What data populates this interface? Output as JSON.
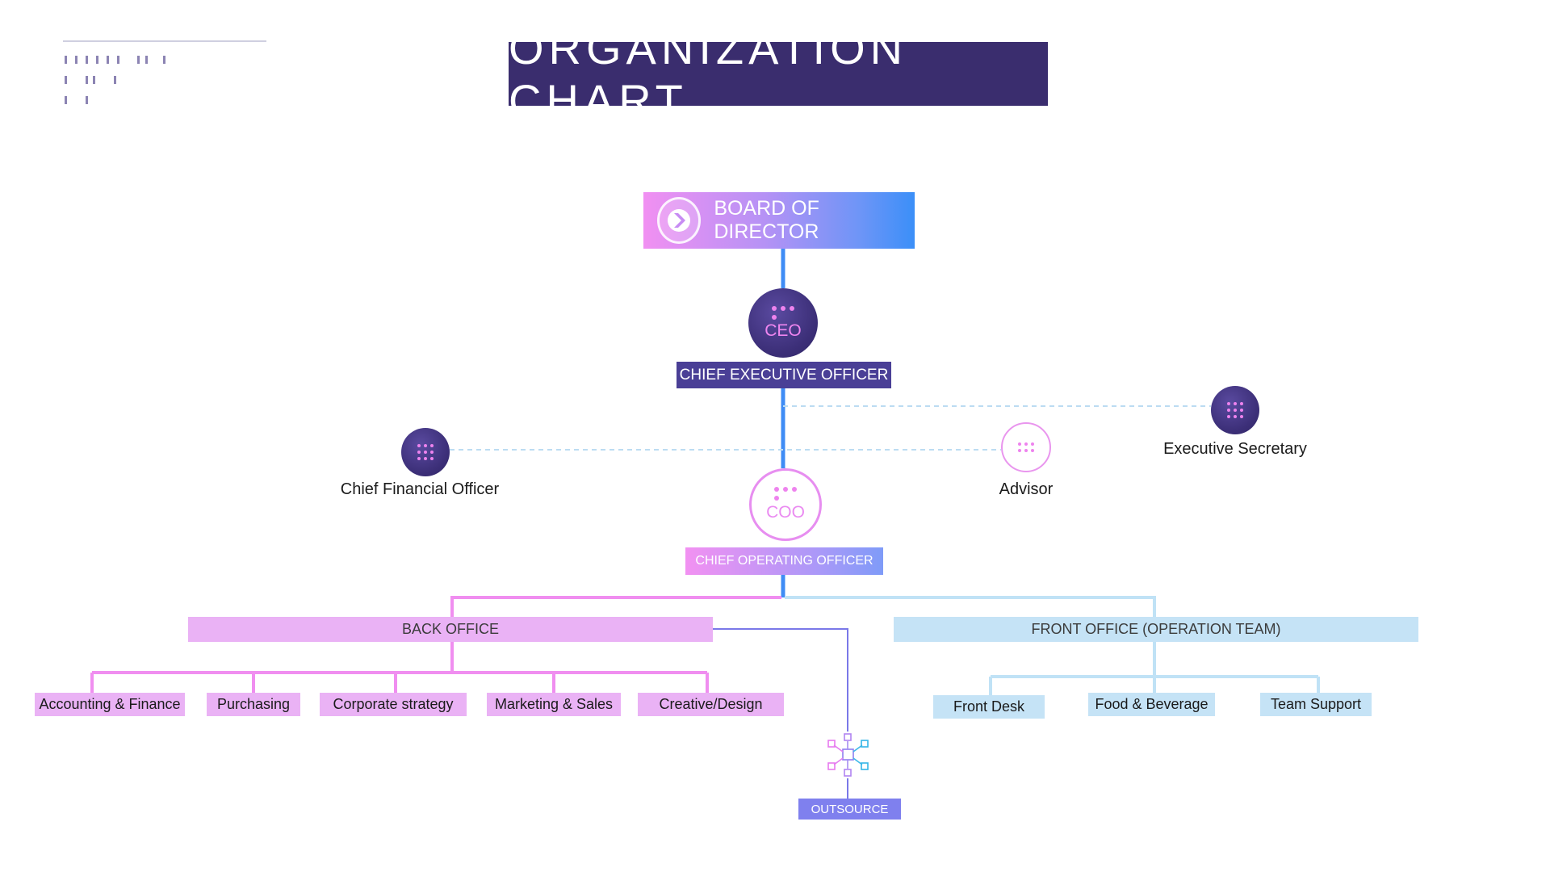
{
  "title": "ORGANIZATION CHART",
  "board": {
    "label": "BOARD OF DIRECTOR"
  },
  "ceo": {
    "code": "CEO",
    "label": "CHIEF EXECUTIVE OFFICER"
  },
  "coo": {
    "code": "COO",
    "label": "CHIEF OPERATING OFFICER"
  },
  "advisors": {
    "cfo": "Chief Financial Officer",
    "advisor": "Advisor",
    "secretary": "Executive Secretary"
  },
  "back_office": {
    "label": "BACK OFFICE",
    "departments": [
      "Accounting & Finance",
      "Purchasing",
      "Corporate strategy",
      "Marketing & Sales",
      "Creative/Design"
    ]
  },
  "front_office": {
    "label": "FRONT OFFICE (OPERATION TEAM)",
    "departments": [
      "Front Desk",
      "Food & Beverage",
      "Team Support"
    ]
  },
  "outsource": {
    "label": "OUTSOURCE"
  },
  "colors": {
    "title_bg": "#3a2d6e",
    "ceo_label_bg": "#4a3f96",
    "back_office_pink": "#eab2f5",
    "front_office_blue": "#c5e3f6",
    "main_line_blue": "#3f8cf5",
    "back_line_pink": "#f08ef0",
    "front_line_blue": "#c0e2f6",
    "outsource_bg": "#7f80ee"
  },
  "icons": {
    "board": "brand-logo-icon",
    "person": "dots-person-icon",
    "outsource": "network-cubes-icon"
  }
}
